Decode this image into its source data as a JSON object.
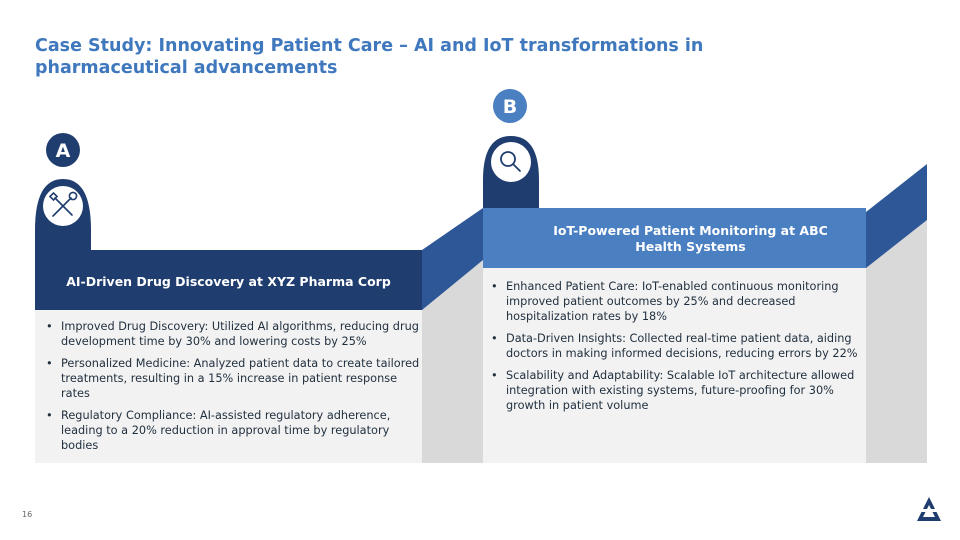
{
  "slide": {
    "title": "Case Study: Innovating Patient Care – AI and IoT transformations in pharmaceutical advancements",
    "page_number": "16"
  },
  "colors": {
    "title": "#3f78bd",
    "dark_navy": "#1f3d6e",
    "mid_blue": "#2d5797",
    "light_blue": "#4a7fc1",
    "panel_bg": "#f2f2f2",
    "shadow_gray": "#d9d9d9"
  },
  "case_a": {
    "badge": "A",
    "icon": "tools-icon",
    "title": "AI-Driven Drug Discovery at XYZ Pharma Corp",
    "bullets": [
      "Improved Drug Discovery: Utilized AI algorithms, reducing drug development time by 30% and lowering costs by 25%",
      "Personalized Medicine: Analyzed patient data to create tailored treatments, resulting in a 15% increase in patient response rates",
      "Regulatory Compliance: AI-assisted regulatory adherence, leading to a 20% reduction in approval time by regulatory bodies"
    ]
  },
  "case_b": {
    "badge": "B",
    "icon": "magnifier-icon",
    "title": "IoT-Powered Patient Monitoring at ABC Health Systems",
    "bullets": [
      "Enhanced Patient Care: IoT-enabled continuous monitoring improved patient outcomes by 25% and decreased hospitalization rates by 18%",
      "Data-Driven Insights: Collected real-time patient data, aiding doctors in making informed decisions, reducing errors by 22%",
      "Scalability and Adaptability: Scalable IoT architecture allowed integration with existing systems, future-proofing for 30% growth in patient volume"
    ]
  },
  "logo": {
    "icon": "company-logo-icon"
  }
}
